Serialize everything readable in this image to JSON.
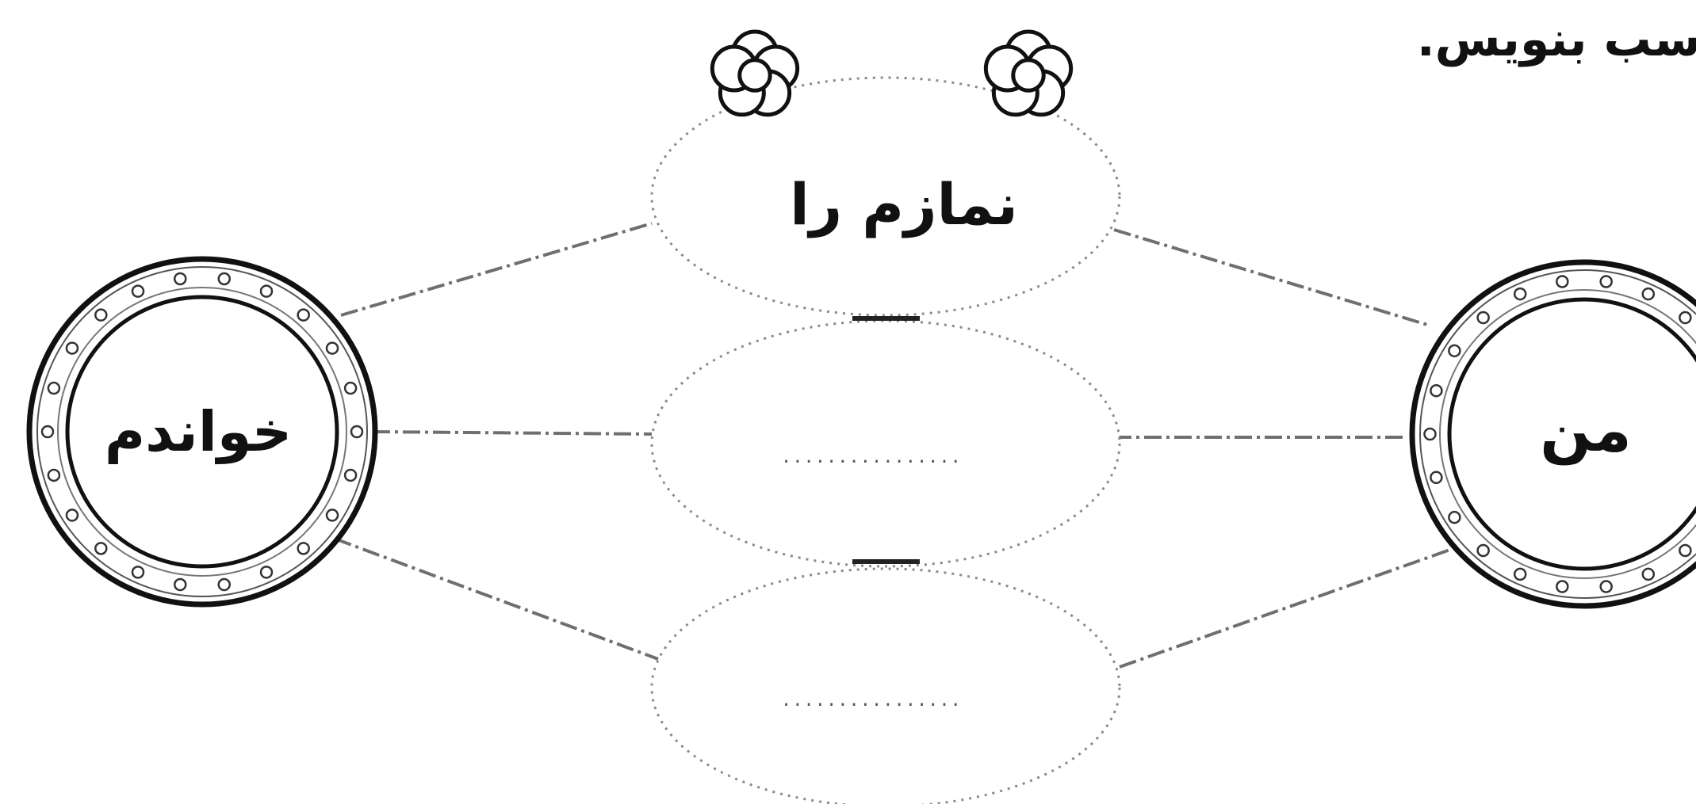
{
  "instruction": "سب بنویس.",
  "left_node": {
    "label": "خواندم"
  },
  "right_node": {
    "label": "من"
  },
  "middle_nodes": [
    {
      "label": "نمازم را"
    },
    {
      "label": "................"
    },
    {
      "label": "................"
    }
  ],
  "colors": {
    "ink": "#111111",
    "dashed_line": "#777777",
    "background": "#ffffff"
  },
  "icons": [
    "flower-icon",
    "flower-icon"
  ]
}
